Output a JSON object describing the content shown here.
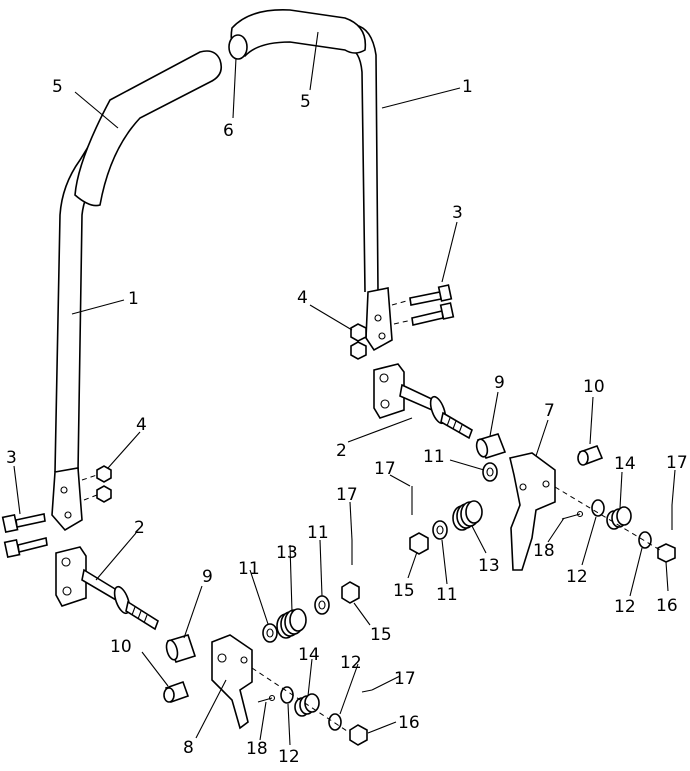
{
  "diagram": {
    "callouts": [
      {
        "id": "c-5a",
        "text": "5"
      },
      {
        "id": "c-6",
        "text": "6"
      },
      {
        "id": "c-5b",
        "text": "5"
      },
      {
        "id": "c-1a",
        "text": "1"
      },
      {
        "id": "c-1b",
        "text": "1"
      },
      {
        "id": "c-3a",
        "text": "3"
      },
      {
        "id": "c-4a",
        "text": "4"
      },
      {
        "id": "c-3b",
        "text": "3"
      },
      {
        "id": "c-4b",
        "text": "4"
      },
      {
        "id": "c-2a",
        "text": "2"
      },
      {
        "id": "c-9a",
        "text": "9"
      },
      {
        "id": "c-7",
        "text": "7"
      },
      {
        "id": "c-10a",
        "text": "10"
      },
      {
        "id": "c-11a",
        "text": "11"
      },
      {
        "id": "c-17a",
        "text": "17"
      },
      {
        "id": "c-14a",
        "text": "14"
      },
      {
        "id": "c-17b",
        "text": "17"
      },
      {
        "id": "c-15a",
        "text": "15"
      },
      {
        "id": "c-11b",
        "text": "11"
      },
      {
        "id": "c-13a",
        "text": "13"
      },
      {
        "id": "c-18a",
        "text": "18"
      },
      {
        "id": "c-12a",
        "text": "12"
      },
      {
        "id": "c-12b",
        "text": "12"
      },
      {
        "id": "c-16a",
        "text": "16"
      },
      {
        "id": "c-2b",
        "text": "2"
      },
      {
        "id": "c-9b",
        "text": "9"
      },
      {
        "id": "c-17c",
        "text": "17"
      },
      {
        "id": "c-11c",
        "text": "11"
      },
      {
        "id": "c-13b",
        "text": "13"
      },
      {
        "id": "c-11d",
        "text": "11"
      },
      {
        "id": "c-15b",
        "text": "15"
      },
      {
        "id": "c-10b",
        "text": "10"
      },
      {
        "id": "c-14b",
        "text": "14"
      },
      {
        "id": "c-12c",
        "text": "12"
      },
      {
        "id": "c-17d",
        "text": "17"
      },
      {
        "id": "c-8",
        "text": "8"
      },
      {
        "id": "c-18b",
        "text": "18"
      },
      {
        "id": "c-12d",
        "text": "12"
      },
      {
        "id": "c-16b",
        "text": "16"
      }
    ]
  }
}
